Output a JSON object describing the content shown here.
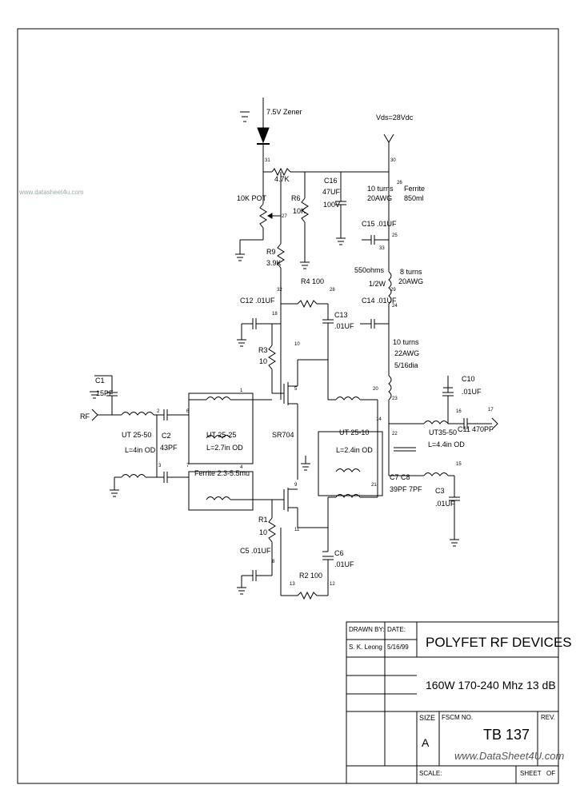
{
  "watermark_left": "www.datasheet4u.com",
  "watermark_bottom": "www.DataSheet4U.com",
  "labels": {
    "zener": "7.5V Zener",
    "vds": "Vds=28Vdc",
    "r_47k": "4.7K",
    "r6": "R6",
    "r6_val": "10K",
    "c16": "C16",
    "c16_val": "47UF",
    "c16_v": "100V",
    "pot": "10K POT",
    "turns1": "10 turns",
    "turns1b": "20AWG",
    "ferrite": "Ferrite",
    "ferrite_v": "850ml",
    "c15": "C15 .01UF",
    "r9": "R9",
    "r9_val": "3.9K",
    "ohm": "550ohms",
    "ohm_w": "1/2W",
    "turns2": "8 turns",
    "turns2b": "20AWG",
    "r4": "R4 100",
    "c12": "C12 .01UF",
    "c14": "C14 .01UF",
    "c13": "C13",
    "c13_val": ".01UF",
    "turns3": "10 turns",
    "turns3b": "22AWG",
    "turns3c": "5/16dia",
    "r3": "R3",
    "r3_val": "10",
    "c1": "C1",
    "c1_val": "15PF",
    "c10": "C10",
    "c10_val": ".01UF",
    "rf_in": "RF",
    "ut1": "UT 25-50",
    "ut1_l": "L=4in OD",
    "c2": "C2",
    "c2_val": "43PF",
    "ut2": "UT 25-25",
    "ut2_l": "L=2.7in OD",
    "sr": "SR704",
    "ut3": "UT 25-10",
    "ut3_l": "L=2.4in OD",
    "c11": "C11",
    "c11_val": "470PF",
    "ut4": "UT35-50",
    "ut4_l": "L=4.4in OD",
    "ferrite2": "Ferrite 2.3-5.5mu",
    "c7c8": "C7  C8",
    "c7c8_val": "39PF  7PF",
    "c3": "C3",
    "c3_val": ".01UF",
    "r1": "R1",
    "r1_val": "10",
    "c5": "C5 .01UF",
    "c6": "C6",
    "c6_val": ".01UF",
    "r2": "R2 100"
  },
  "nodes": [
    "1",
    "2",
    "3",
    "4",
    "5",
    "6",
    "7",
    "8",
    "9",
    "10",
    "11",
    "12",
    "13",
    "14",
    "15",
    "16",
    "17",
    "18",
    "20",
    "21",
    "22",
    "23",
    "24",
    "25",
    "26",
    "27",
    "28",
    "29",
    "30",
    "31",
    "32",
    "33"
  ],
  "title_block": {
    "drawn_by_label": "DRAWN BY:",
    "drawn_by": "S. K. Leong",
    "date_label": "DATE:",
    "date": "5/16/99",
    "company": "POLYFET RF DEVICES",
    "description": "160W 170-240 Mhz 13 dB",
    "size_label": "SIZE",
    "size": "A",
    "fscm_label": "FSCM NO.",
    "drawing_no": "TB 137",
    "rev_label": "REV.",
    "scale_label": "SCALE:",
    "sheet_label": "SHEET",
    "of_label": "OF"
  }
}
